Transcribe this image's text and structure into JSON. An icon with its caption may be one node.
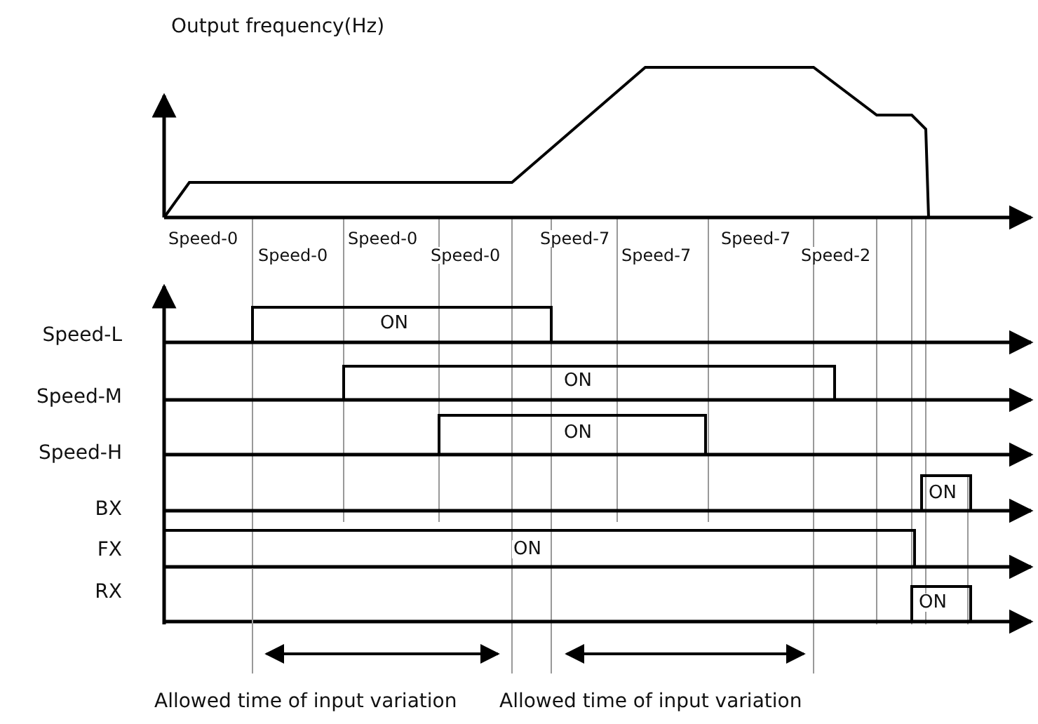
{
  "diagram": {
    "labels": [
      "Output frequency(Hz)",
      "Speed-0",
      "Speed-0",
      "Speed-0",
      "Speed-0",
      "Speed-7",
      "Speed-7",
      "Speed-7",
      "Speed-2",
      "Speed-L",
      "ON",
      "Speed-M",
      "ON",
      "Speed-H",
      "ON",
      "BX",
      "ON",
      "FX",
      "ON",
      "RX",
      "ON",
      "Allowed time of input variation",
      "Allowed time of input variation"
    ]
  }
}
